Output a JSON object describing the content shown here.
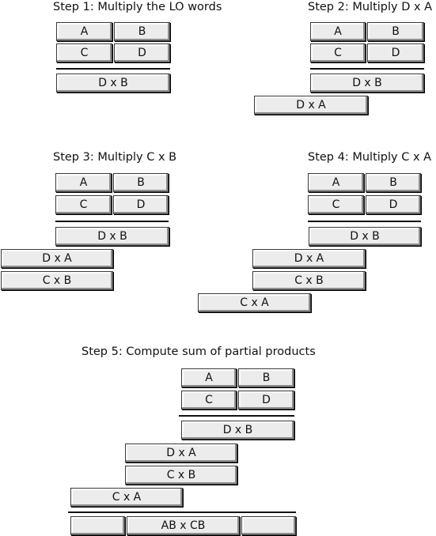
{
  "steps": [
    {
      "title": "Step 1: Multiply the LO words",
      "boxes": [
        "A",
        "B",
        "C",
        "D",
        "D x B"
      ]
    },
    {
      "title": "Step 2: Multiply D x A",
      "boxes": [
        "A",
        "B",
        "C",
        "D",
        "D x B",
        "D x A"
      ]
    },
    {
      "title": "Step 3: Multiply C x B",
      "boxes": [
        "A",
        "B",
        "C",
        "D",
        "D x B",
        "D x A",
        "C x B"
      ]
    },
    {
      "title": "Step 4: Multiply C x A",
      "boxes": [
        "A",
        "B",
        "C",
        "D",
        "D x B",
        "D x A",
        "C x B",
        "C x A"
      ]
    },
    {
      "title": "Step 5: Compute sum of partial products",
      "boxes": [
        "A",
        "B",
        "C",
        "D",
        "D x B",
        "D x A",
        "C x B",
        "C x A",
        "",
        "AB x CB",
        ""
      ]
    }
  ]
}
